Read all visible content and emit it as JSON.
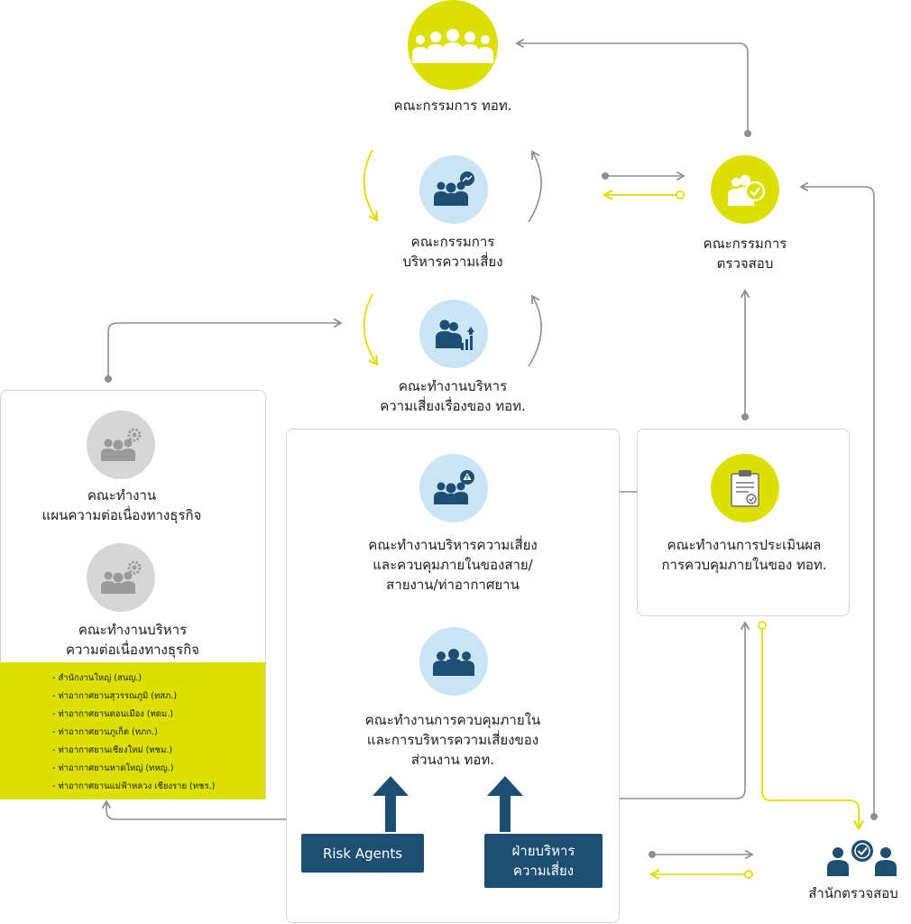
{
  "nodes": {
    "board": {
      "lines": [
        "คณะกรรมการ ทอท."
      ]
    },
    "risk_committee": {
      "lines": [
        "คณะกรรมการ",
        "บริหารความเสี่ยง"
      ]
    },
    "audit_committee": {
      "lines": [
        "คณะกรรมการ",
        "ตรวจสอบ"
      ]
    },
    "aot_risk_wg": {
      "lines": [
        "คณะทำงานบริหาร",
        "ความเสี่ยงเรื่องของ ทอท."
      ]
    },
    "bcp_wg": {
      "lines": [
        "คณะทำงาน",
        "แผนความต่อเนื่องทางธุรกิจ"
      ]
    },
    "bcm_wg": {
      "lines": [
        "คณะทำงานบริหาร",
        "ความต่อเนื่องทางธุรกิจ"
      ]
    },
    "line_risk_wg": {
      "lines": [
        "คณะทำงานบริหารความเสี่ยง",
        "และควบคุมภายในของสาย/",
        "สายงาน/ท่าอากาศยาน"
      ]
    },
    "unit_control_wg": {
      "lines": [
        "คณะทำงานการควบคุมภายใน",
        "และการบริหารความเสี่ยงของ",
        "ส่วนงาน ทอท."
      ]
    },
    "ic_eval_wg": {
      "lines": [
        "คณะทำงานการประเมินผล",
        "การควบคุมภายในของ ทอท."
      ]
    },
    "internal_audit": {
      "lines": [
        "สำนักตรวจสอบ"
      ]
    }
  },
  "airports": [
    "- สำนักงานใหญ่ (สนญ.)",
    "- ท่าอากาศยานสุวรรณภูมิ (ทสภ.)",
    "- ท่าอากาศยานดอนเมือง (ทดม.)",
    "- ท่าอากาศยานภูเก็ต (ทภก.)",
    "- ท่าอากาศยานเชียงใหม่ (ทชม.)",
    "- ท่าอากาศยานหาดใหญ่ (ทหญ.)",
    "- ท่าอากาศยานแม่ฟ้าหลวง เชียงราย (ทชร.)"
  ],
  "buttons": {
    "risk_agents": {
      "lines": [
        "Risk Agents"
      ]
    },
    "risk_dept": {
      "lines": [
        "ฝ่ายบริหาร",
        "ความเสี่ยง"
      ]
    }
  },
  "colors": {
    "yellow": "#dbe000",
    "light_blue": "#c9e4f5",
    "navy": "#1d4f73",
    "gray_circle": "#d6d6d6",
    "connector_gray": "#8e8e8e"
  },
  "icons": {
    "board": "group-people-icon",
    "risk_committee": "group-chart-icon",
    "aot_risk_wg": "people-bar-chart-icon",
    "audit_committee": "person-verified-badge-icon",
    "bcp_wg": "group-gear-icon",
    "bcm_wg": "group-gear-icon",
    "line_risk_wg": "group-warning-icon",
    "unit_control_wg": "group-people-icon",
    "ic_eval_wg": "clipboard-check-icon",
    "internal_audit": "people-verified-badge-icon"
  }
}
